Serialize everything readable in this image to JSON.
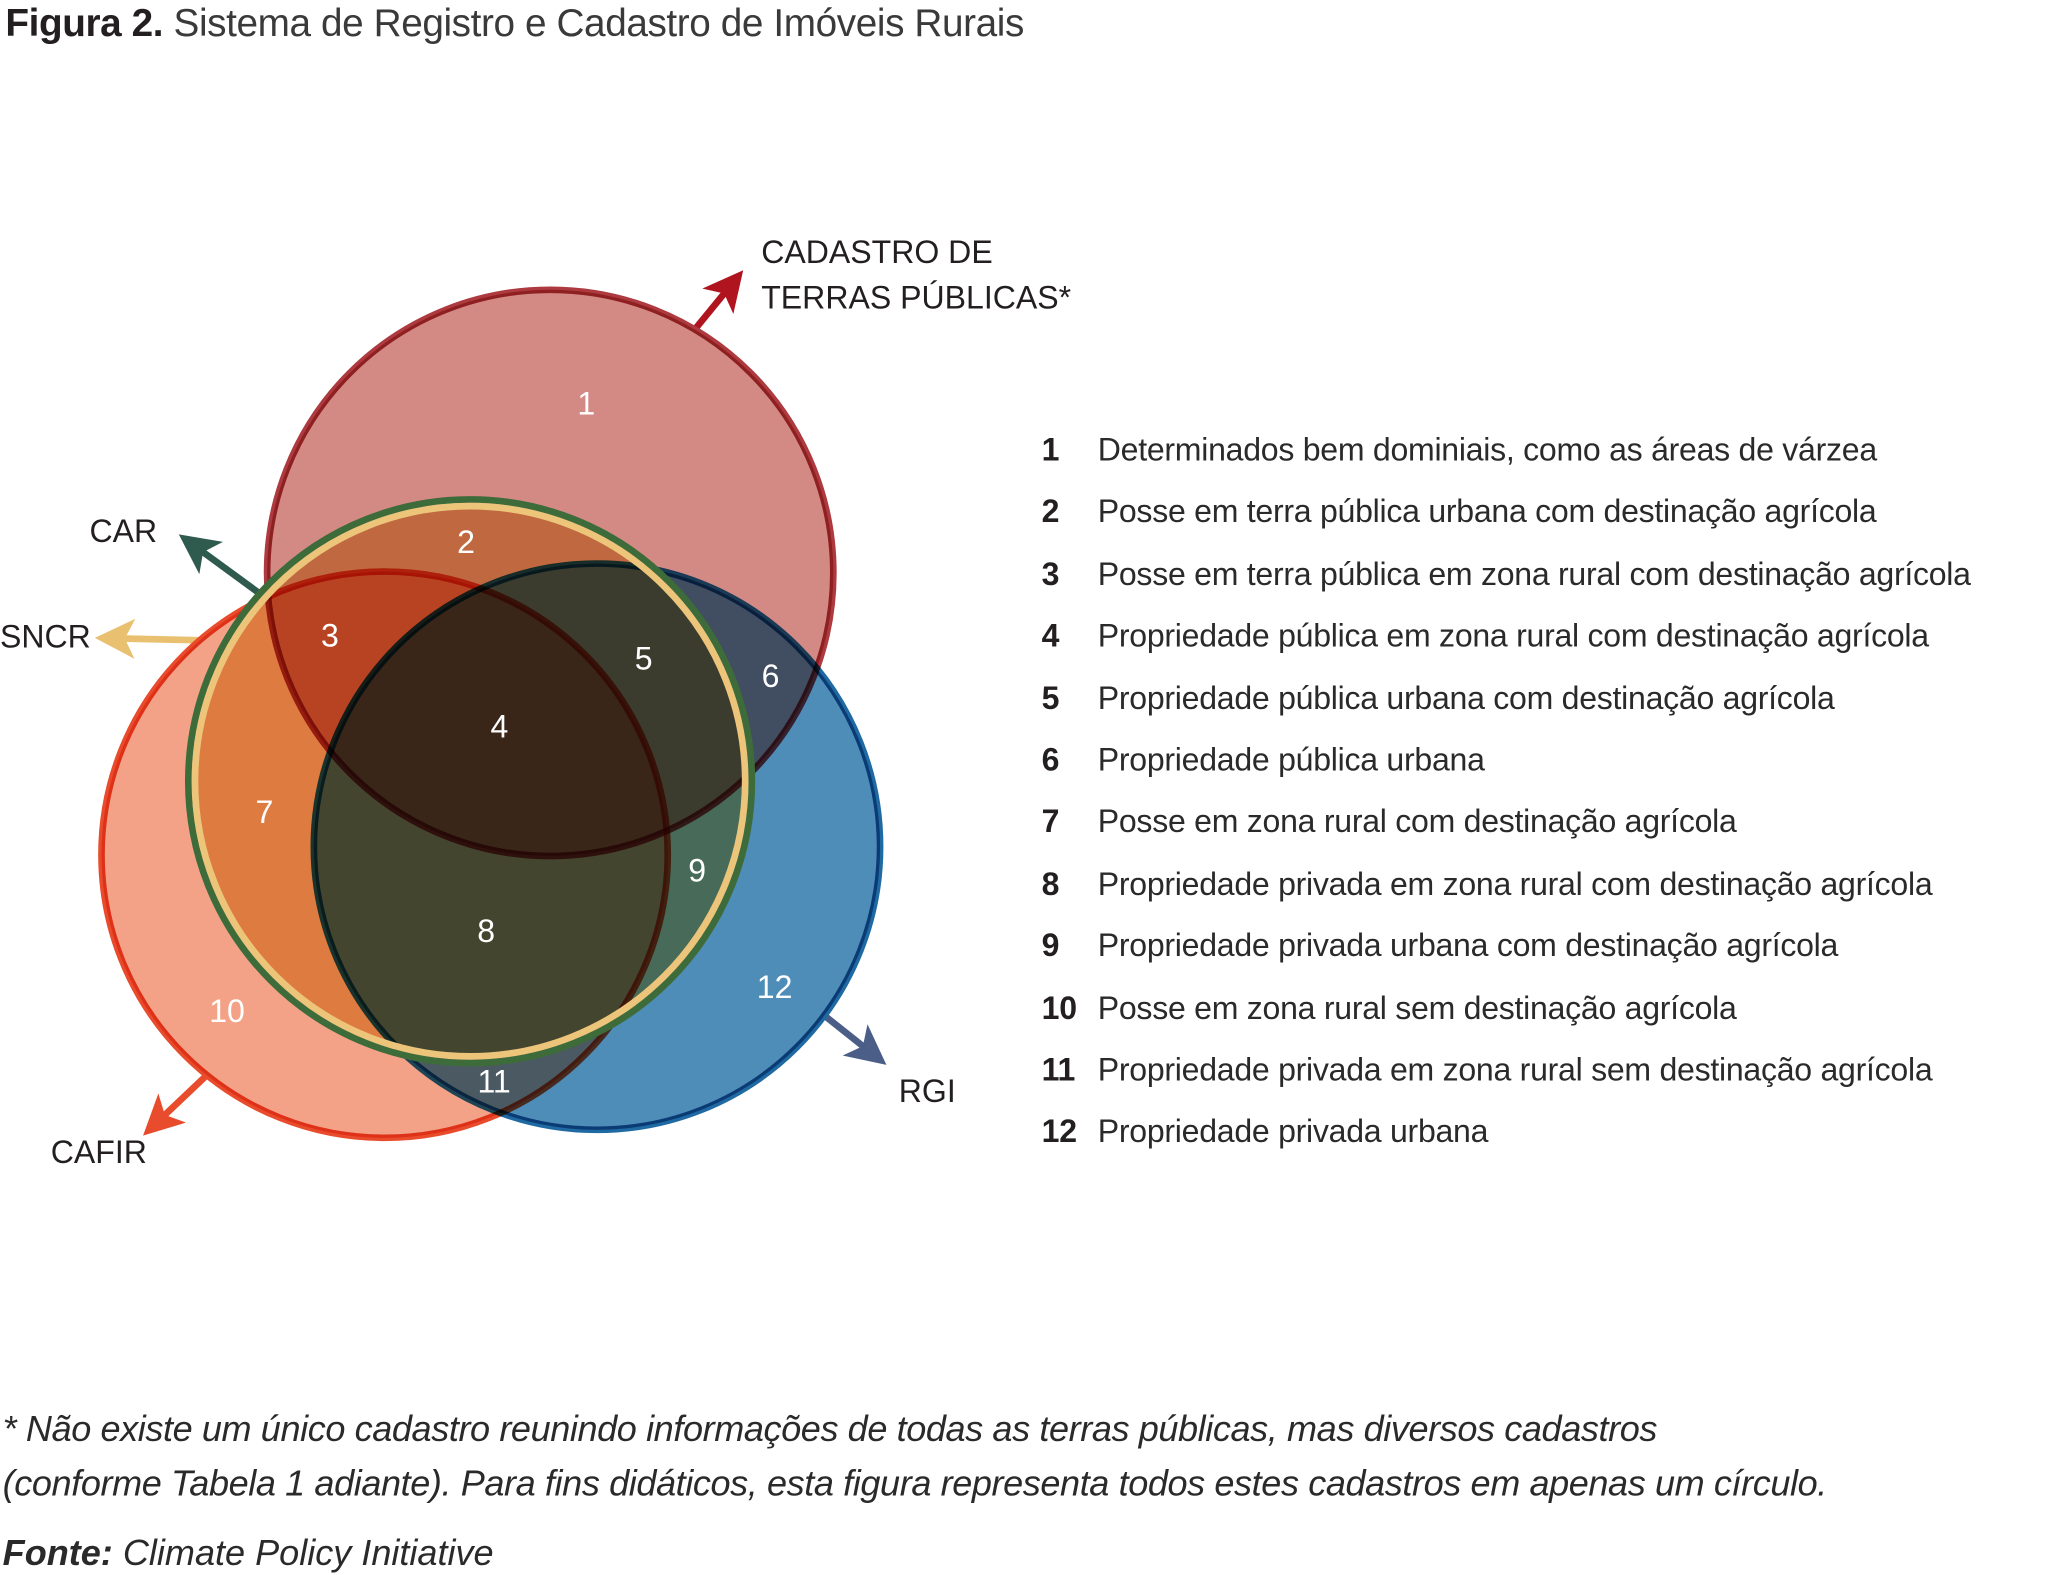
{
  "title": {
    "prefix": "Figura 2.",
    "text": "Sistema de Registro e Cadastro de Imóveis Rurais"
  },
  "sets": {
    "public_lands": {
      "label_line1": "CADASTRO DE",
      "label_line2": "TERRAS PÚBLICAS*",
      "fill": "#d38a85",
      "stroke": "#ad3a3f",
      "arrow": "#b0151f"
    },
    "car": {
      "label": "CAR",
      "stroke": "#3e6b3a",
      "arrow": "#2f5a4e"
    },
    "sncr": {
      "label": "SNCR",
      "stroke": "#e8c070",
      "fill": "#e8c27a",
      "arrow": "#e8c070"
    },
    "cafir": {
      "label": "CAFIR",
      "fill": "#f4a287",
      "stroke": "#e84c2c",
      "arrow": "#e84c2c"
    },
    "rgi": {
      "label": "RGI",
      "fill": "#4e8db8",
      "stroke": "#1f6aa2",
      "arrow": "#4b5e88"
    }
  },
  "regions": [
    "1",
    "2",
    "3",
    "4",
    "5",
    "6",
    "7",
    "8",
    "9",
    "10",
    "11",
    "12"
  ],
  "legend": [
    {
      "n": "1",
      "text": "Determinados bem dominiais, como as áreas de várzea"
    },
    {
      "n": "2",
      "text": "Posse em terra pública urbana com destinação agrícola"
    },
    {
      "n": "3",
      "text": "Posse em terra pública em zona rural com destinação agrícola"
    },
    {
      "n": "4",
      "text": "Propriedade pública em zona rural com destinação agrícola"
    },
    {
      "n": "5",
      "text": "Propriedade pública urbana com destinação agrícola"
    },
    {
      "n": "6",
      "text": "Propriedade pública urbana"
    },
    {
      "n": "7",
      "text": "Posse em zona rural com destinação agrícola"
    },
    {
      "n": "8",
      "text": "Propriedade privada em zona rural com destinação agrícola"
    },
    {
      "n": "9",
      "text": "Propriedade privada urbana com destinação agrícola"
    },
    {
      "n": "10",
      "text": "Posse em zona rural sem destinação agrícola"
    },
    {
      "n": "11",
      "text": "Propriedade privada em zona rural sem destinação agrícola"
    },
    {
      "n": "12",
      "text": "Propriedade privada urbana"
    }
  ],
  "footnote": {
    "line1": "* Não existe um único cadastro reunindo informações de todas as terras públicas, mas diversos cadastros",
    "line2": "(conforme Tabela 1 adiante). Para fins didáticos, esta figura representa todos estes cadastros em apenas um círculo."
  },
  "source": {
    "label": "Fonte:",
    "text": "Climate Policy Initiative"
  }
}
